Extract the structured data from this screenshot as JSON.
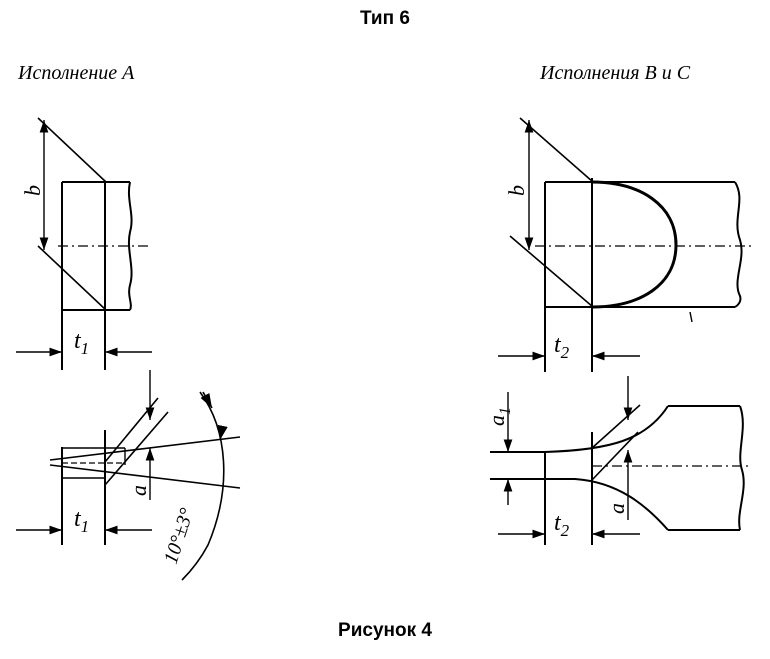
{
  "title": "Тип 6",
  "caption": "Рисунок 4",
  "variants": {
    "a": "Исполнение А",
    "bc": "Исполнения В и С"
  },
  "dimensions": {
    "b_left": "b",
    "b_right": "b",
    "t1_top": "t",
    "t1_top_sub": "1",
    "t2_top": "t",
    "t2_top_sub": "2",
    "t1_bottom": "t",
    "t1_bottom_sub": "1",
    "t2_bottom": "t",
    "t2_bottom_sub": "2",
    "a_left": "a",
    "a_right": "a",
    "a1": "a",
    "a1_sub": "1",
    "angle": "10°±3°"
  }
}
